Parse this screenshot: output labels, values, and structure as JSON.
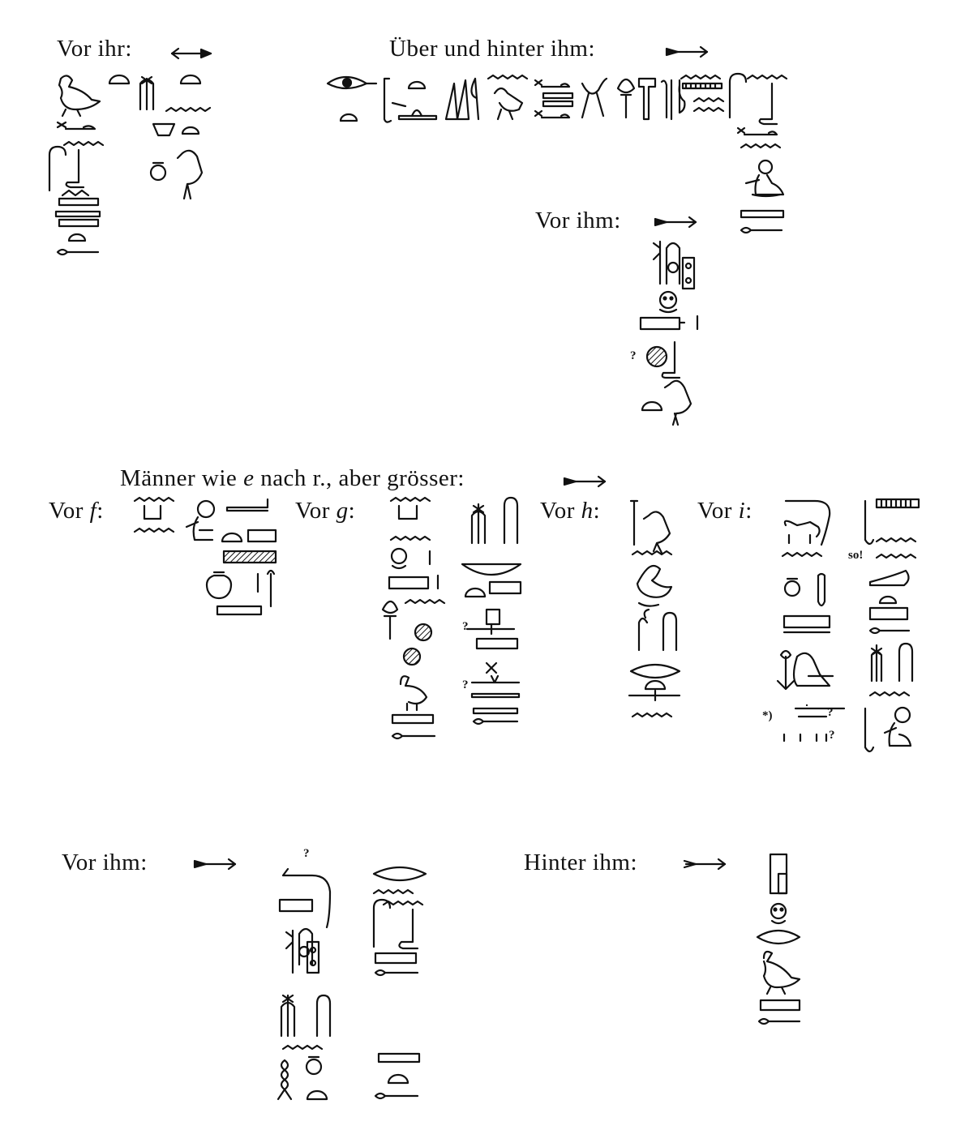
{
  "labels": {
    "vor_ihr": "Vor ihr:",
    "ueber_hinter": "Über und hinter ihm:",
    "vor_ihm_1": "Vor ihm:",
    "maenner": "Männer wie e nach r., aber grösser:",
    "vor_f": "Vor f:",
    "vor_g": "Vor g:",
    "vor_h": "Vor h:",
    "vor_i": "Vor i:",
    "vor_ihm_2": "Vor ihm:",
    "hinter_ihm": "Hinter ihm:"
  },
  "marks": {
    "q": "?",
    "so": "so!",
    "star": "*)",
    "q_strokes": "?"
  },
  "arrows": {
    "vor_ihr": "left",
    "ueber_hinter": "right",
    "vor_ihm_1": "right",
    "maenner": "right",
    "vor_ihm_2": "right",
    "hinter_ihm": "right"
  }
}
